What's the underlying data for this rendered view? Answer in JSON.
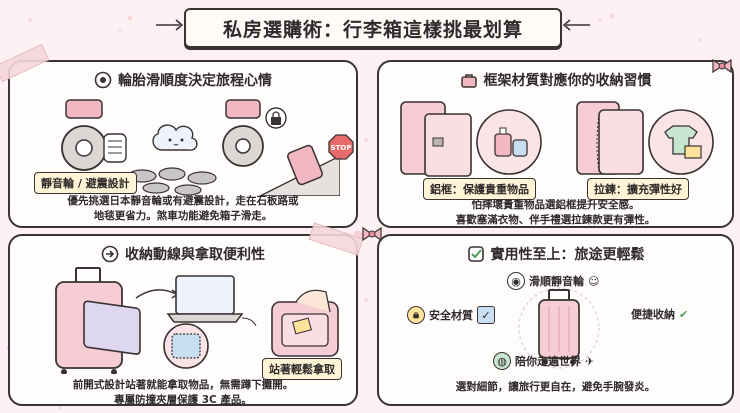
{
  "title": "私房選購術：行李箱這樣挑最划算",
  "colors": {
    "background": "#fdf1f3",
    "accent_pink": "#f2b8c2",
    "tape": "#f6d7dc",
    "tag_yellow": "#fff4d6",
    "check_green": "#4f9b55"
  },
  "panels": {
    "wheels": {
      "heading": "輪胎滑順度決定旅程心情",
      "icon": "wheel-icon",
      "tag": "靜音輪 / 避震設計",
      "text_line1": "優先挑選日本靜音輪或有避震設計，走在石板路或",
      "text_line2": "地毯更省力。煞車功能避免箱子滑走。",
      "sign": "STOP"
    },
    "frame": {
      "heading": "框架材質對應你的收納習慣",
      "icon": "briefcase-icon",
      "tag_aluminum": "鋁框：保護貴重物品",
      "tag_zipper": "拉鍊：擴充彈性好",
      "text_line1": "怕摔壞貴重物品選鋁框提升安全感。",
      "text_line2": "喜歡塞滿衣物、伴手禮選拉鍊款更有彈性。"
    },
    "access": {
      "heading": "收納動線與拿取便利性",
      "icon": "arrow-right-icon",
      "tag": "站著輕鬆拿取",
      "text_line1": "前開式設計站著就能拿取物品，無需蹲下攤開。",
      "text_line2": "專屬防撞夾層保護 3C 產品。"
    },
    "practical": {
      "heading": "實用性至上：旅途更輕鬆",
      "icon": "check-box-icon",
      "feature_top": "滑順靜音輪",
      "feature_left": "安全材質",
      "feature_right": "便捷收納",
      "feature_bottom": "陪你走遍世界",
      "text_line1": "選對細節，讓旅行更自在，避免手腕發炎。"
    }
  }
}
